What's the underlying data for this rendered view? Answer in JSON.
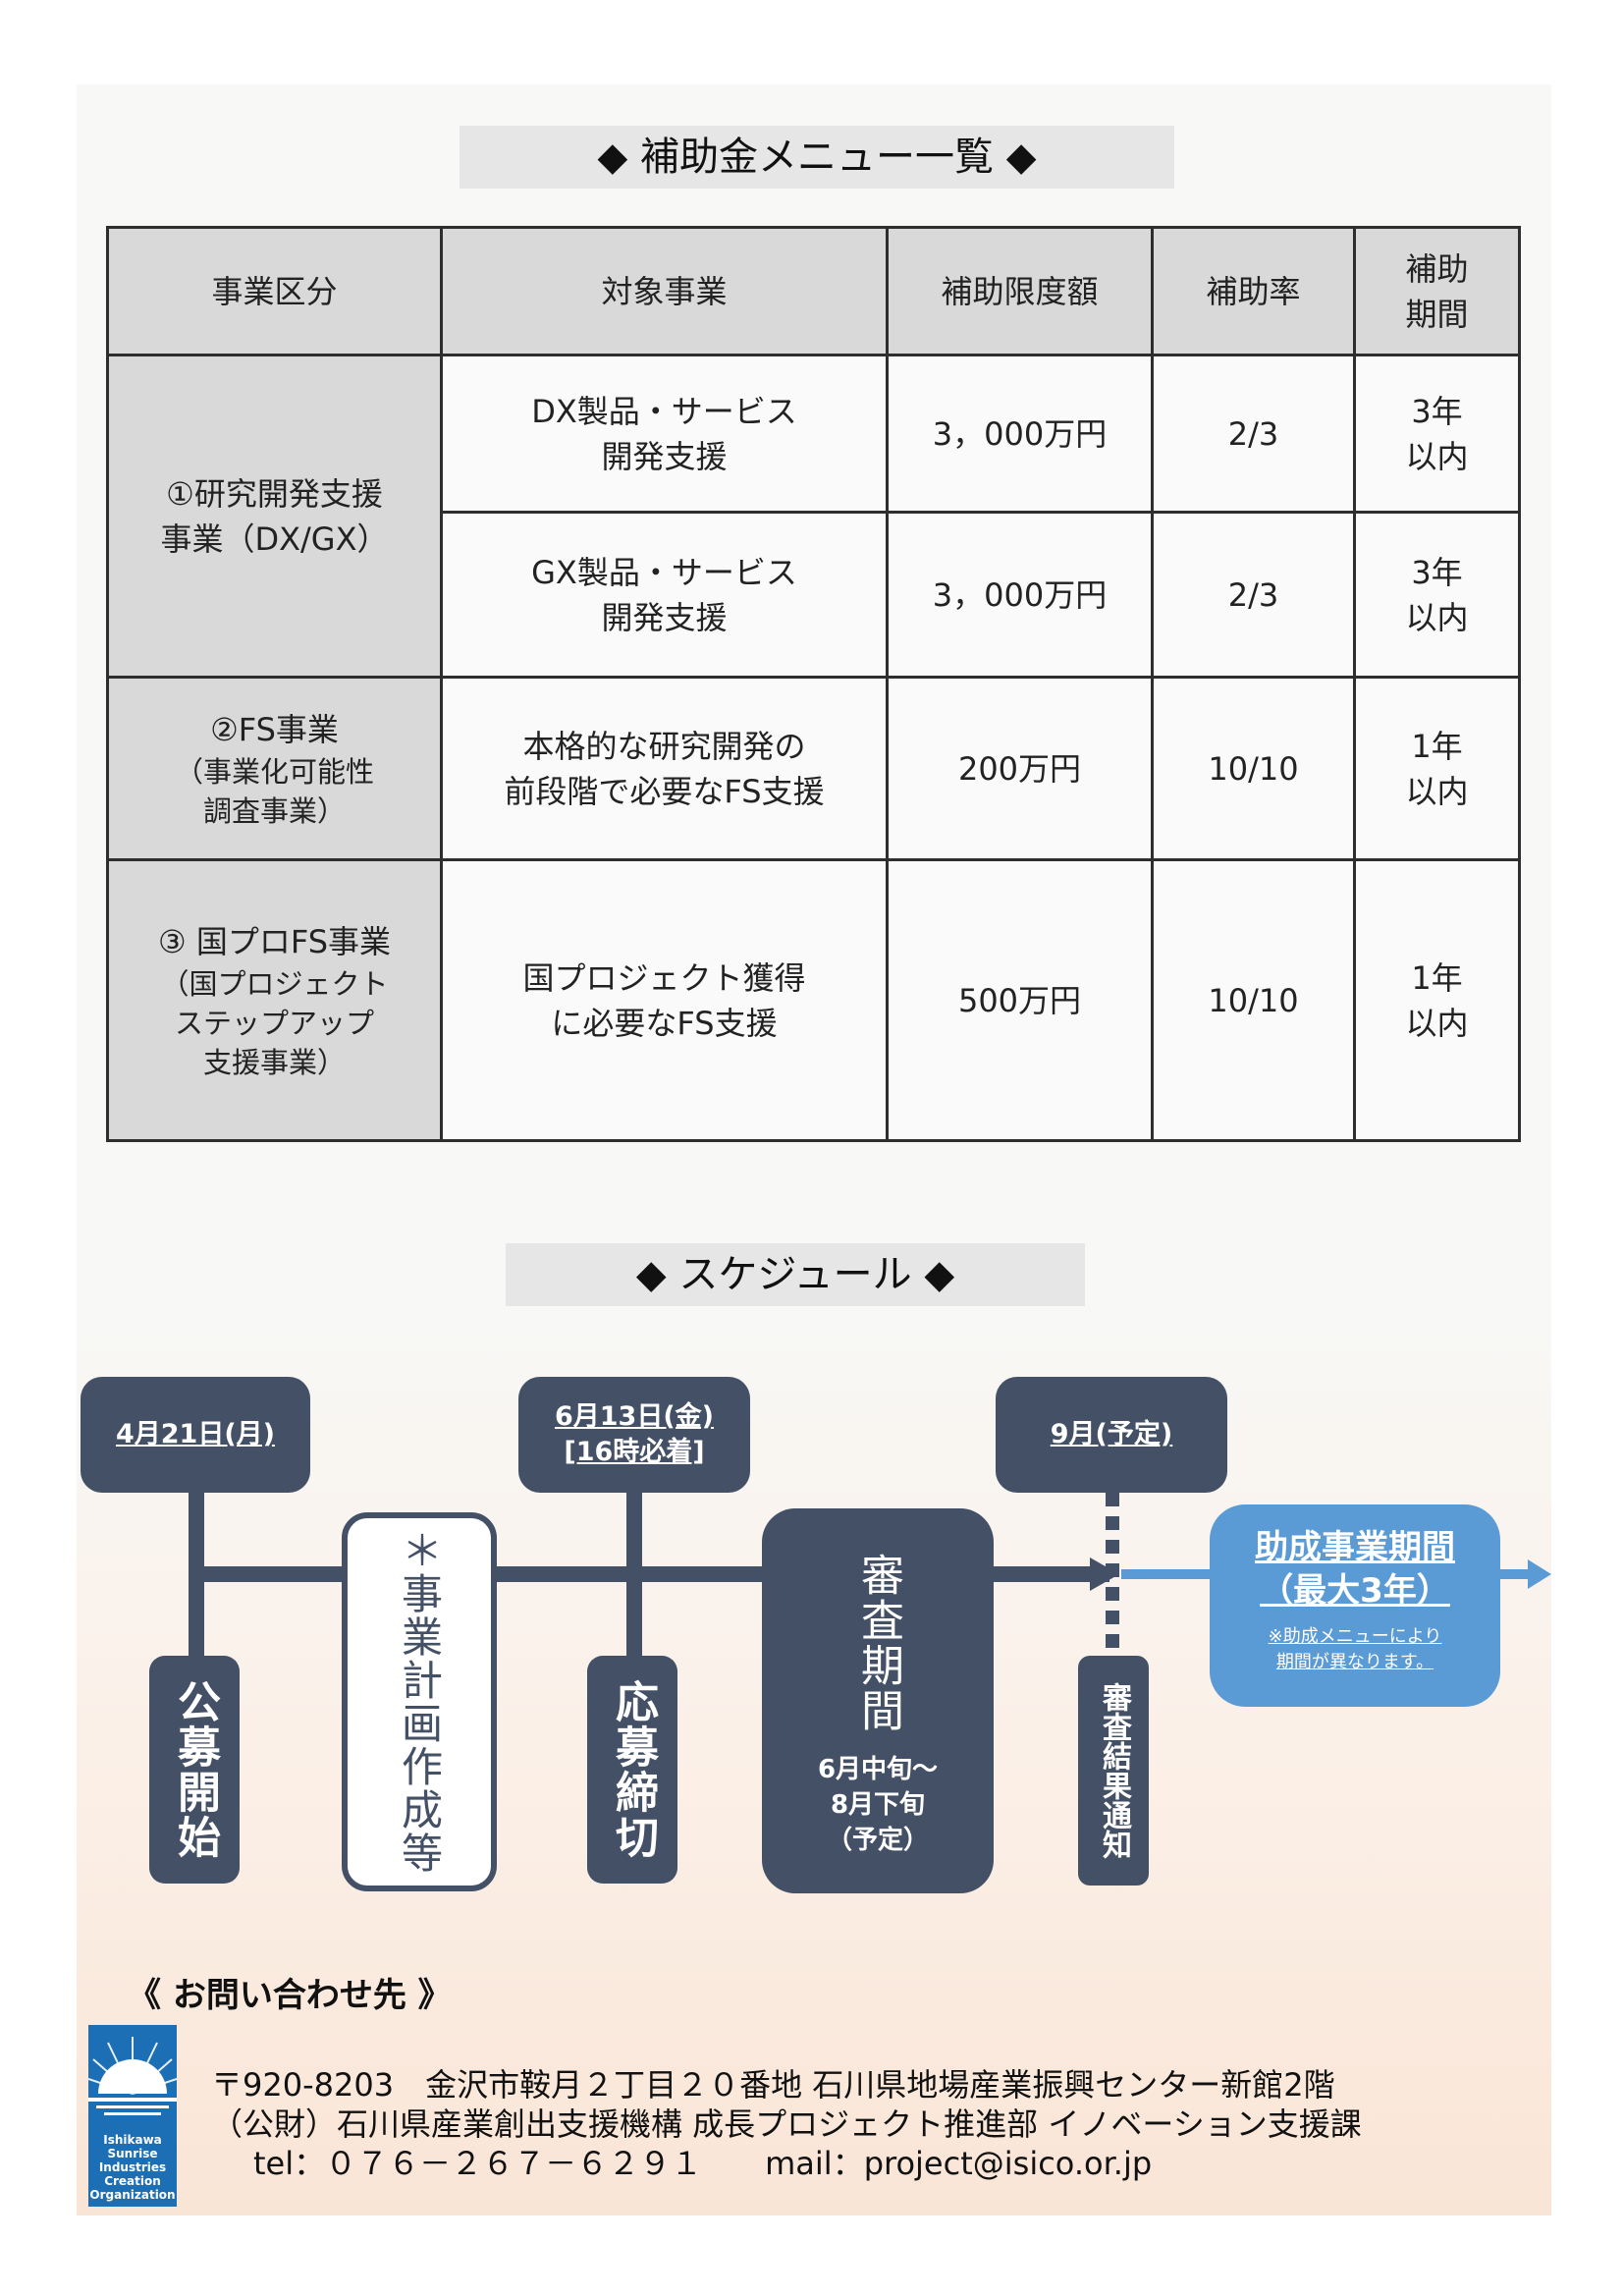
{
  "menu": {
    "title": "◆ 補助金メニュー一覧 ◆",
    "headers": [
      "事業区分",
      "対象事業",
      "補助限度額",
      "補助率",
      "補助期間"
    ],
    "header_period_line1": "補助",
    "header_period_line2": "期間",
    "rows": {
      "r1": {
        "category_line1": "①研究開発支援",
        "category_line2": "事業（DX/GX）",
        "a_target_line1": "DX製品・サービス",
        "a_target_line2": "開発支援",
        "a_limit": "3，000万円",
        "a_rate": "2/3",
        "a_period_line1": "3年",
        "a_period_line2": "以内",
        "b_target_line1": "GX製品・サービス",
        "b_target_line2": "開発支援",
        "b_limit": "3，000万円",
        "b_rate": "2/3",
        "b_period_line1": "3年",
        "b_period_line2": "以内"
      },
      "r2": {
        "category_line1": "②FS事業",
        "category_sub1": "（事業化可能性",
        "category_sub2": "調査事業）",
        "target_line1": "本格的な研究開発の",
        "target_line2": "前段階で必要なFS支援",
        "limit": "200万円",
        "rate": "10/10",
        "period_line1": "1年",
        "period_line2": "以内"
      },
      "r3": {
        "category_line1": "③ 国プロFS事業",
        "category_sub1": "（国プロジェクト",
        "category_sub2": "ステップアップ",
        "category_sub3": "支援事業）",
        "target_line1": "国プロジェクト獲得",
        "target_line2": "に必要なFS支援",
        "limit": "500万円",
        "rate": "10/10",
        "period_line1": "1年",
        "period_line2": "以内"
      }
    }
  },
  "schedule": {
    "title": "◆ スケジュール ◆",
    "date_start": "4月21日(月)",
    "date_deadline_line1": "6月13日(金)",
    "date_deadline_line2": "[16時必着]",
    "date_notice": "9月(予定)",
    "step_start": "公募開始",
    "step_plan": "＊事業計画作成等",
    "step_deadline": "応募締切",
    "review_title": "審査期間",
    "review_line1": "6月中旬～",
    "review_line2": "8月下旬",
    "review_line3": "（予定）",
    "step_result": "審査結果通知",
    "grant_title_line1": "助成事業期間",
    "grant_title_line2": "（最大3年）",
    "grant_note_line1": "※助成メニューにより",
    "grant_note_line2": "期間が異なります。"
  },
  "contact": {
    "title": "《 お問い合わせ先 》",
    "address": "〒920-8203　金沢市鞍月２丁目２０番地 石川県地場産業振興センター新館2階",
    "org": "（公財）石川県産業創出支援機構 成長プロジェクト推進部 イノベーション支援課",
    "phone_mail": "tel：０７６－２６７－６２９１　　mail：project@isico.or.jp",
    "logo_line1": "Ishikawa",
    "logo_line2": "Sunrise",
    "logo_line3": "Industries",
    "logo_line4": "Creation",
    "logo_line5": "Organization"
  },
  "colors": {
    "dark_box": "#435066",
    "grant_box": "#5b9bd5",
    "header_gray": "#d9d9d9",
    "logo_blue": "#1d6fb5"
  }
}
